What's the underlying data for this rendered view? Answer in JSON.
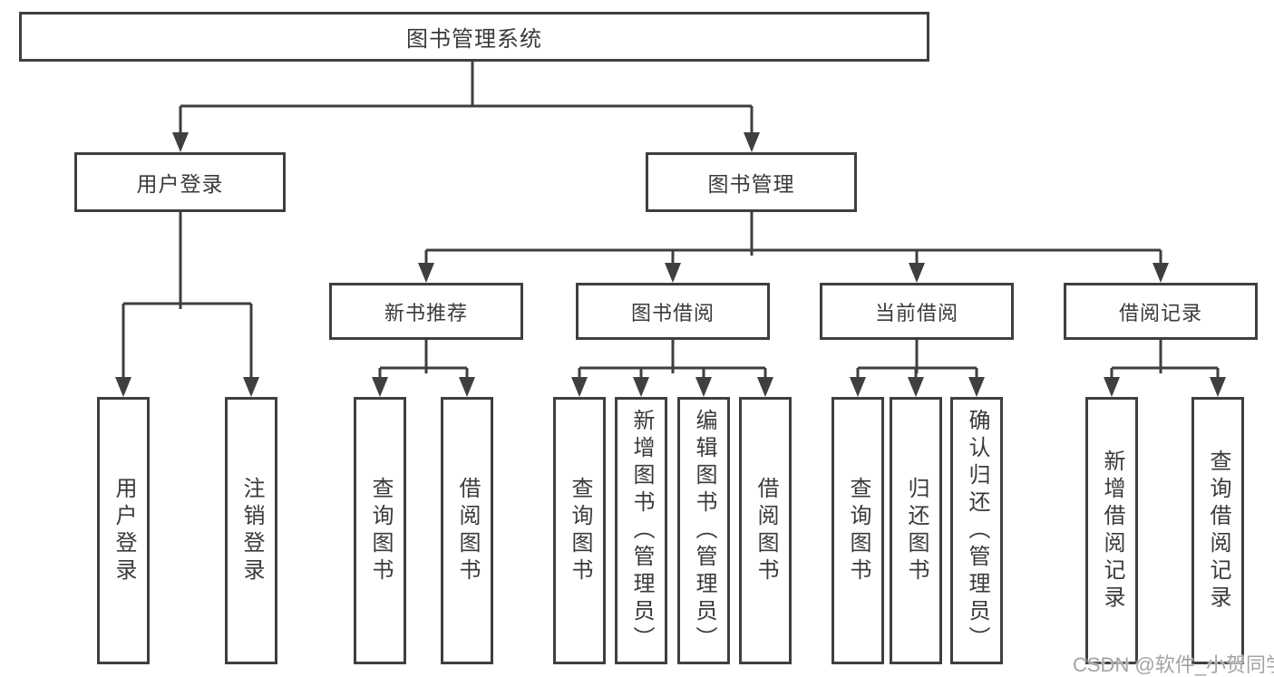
{
  "colors": {
    "line": "#3f3f3f",
    "text": "#3a3a3a",
    "box_background": "#ffffff",
    "watermark": "#a3a3a3"
  },
  "tree": {
    "root": {
      "label": "图书管理系统"
    },
    "branches": [
      {
        "label": "用户登录",
        "children": [
          {
            "label": "用户登录"
          },
          {
            "label": "注销登录"
          }
        ]
      },
      {
        "label": "图书管理",
        "children": [
          {
            "label": "新书推荐",
            "children": [
              {
                "label": "查询图书"
              },
              {
                "label": "借阅图书"
              }
            ]
          },
          {
            "label": "图书借阅",
            "children": [
              {
                "label": "查询图书"
              },
              {
                "label": "新增图书（管理员）"
              },
              {
                "label": "编辑图书（管理员）"
              },
              {
                "label": "借阅图书"
              }
            ]
          },
          {
            "label": "当前借阅",
            "children": [
              {
                "label": "查询图书"
              },
              {
                "label": "归还图书"
              },
              {
                "label": "确认归还（管理员）"
              }
            ]
          },
          {
            "label": "借阅记录",
            "children": [
              {
                "label": "新增借阅记录"
              },
              {
                "label": "查询借阅记录"
              }
            ]
          }
        ]
      }
    ]
  },
  "watermark": "CSDN @软件_小贺同学"
}
